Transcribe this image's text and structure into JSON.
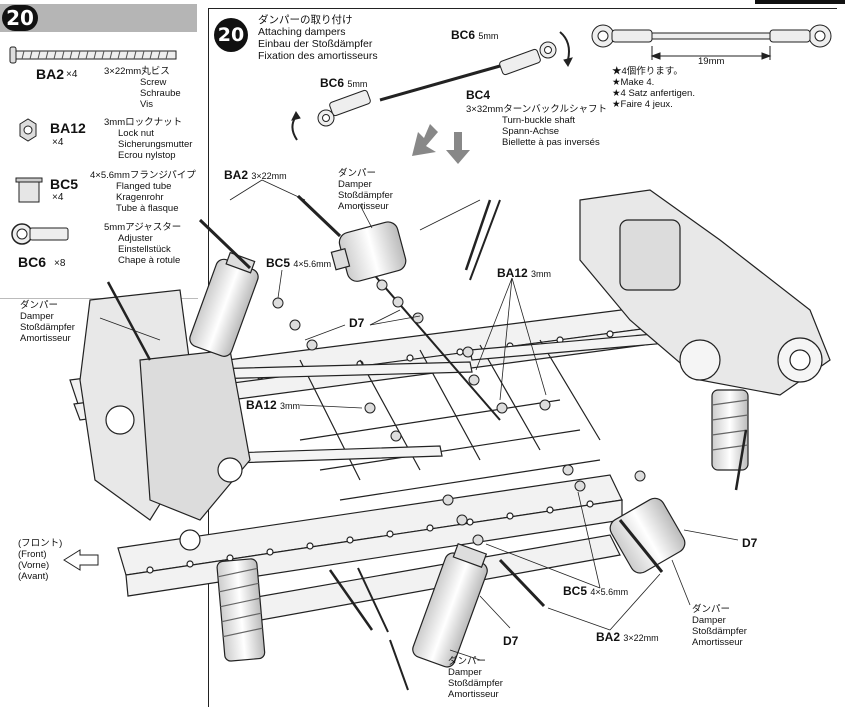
{
  "step_number": "20",
  "parts": [
    {
      "code": "BA2",
      "qty": "×4",
      "desc": [
        "3×22mm丸ビス",
        "Screw",
        "Schraube",
        "Vis"
      ]
    },
    {
      "code": "BA12",
      "qty": "×4",
      "desc": [
        "3mmロックナット",
        "Lock nut",
        "Sicherungsmutter",
        "Ecrou nylstop"
      ]
    },
    {
      "code": "BC5",
      "qty": "×4",
      "desc": [
        "4×5.6mmフランジパイプ",
        "Flanged tube",
        "Kragenrohr",
        "Tube à flasque"
      ]
    },
    {
      "code": "BC6",
      "qty": "×8",
      "desc": [
        "5mmアジャスター",
        "Adjuster",
        "Einstellstück",
        "Chape à rotule"
      ]
    }
  ],
  "title": [
    "ダンパーの取り付け",
    "Attaching dampers",
    "Einbau der Stoßdämpfer",
    "Fixation des amortisseurs"
  ],
  "turnbuckle": {
    "bc6_a": "BC6",
    "bc6_a_size": "5mm",
    "bc6_b": "BC6",
    "bc6_b_size": "5mm",
    "bc4": "BC4",
    "bc4_desc": [
      "3×32mmターンバックルシャフト",
      "Turn-buckle shaft",
      "Spann-Achse",
      "Biellette à pas inversés"
    ]
  },
  "dimension": "19mm",
  "make_note": [
    "★4個作ります。",
    "★Make 4.",
    "★4 Satz anfertigen.",
    "★Faire 4 jeux."
  ],
  "labels": {
    "ba2_top": "BA2",
    "ba2_top_size": "3×22mm",
    "damper_top": [
      "ダンパー",
      "Damper",
      "Stoßdämpfer",
      "Amortisseur"
    ],
    "bc5_top": "BC5",
    "bc5_top_size": "4×5.6mm",
    "ba12_right": "BA12",
    "ba12_right_size": "3mm",
    "damper_left": [
      "ダンパー",
      "Damper",
      "Stoßdämpfer",
      "Amortisseur"
    ],
    "d7_top": "D7",
    "ba12_left": "BA12",
    "ba12_left_size": "3mm",
    "front": [
      "(フロント)",
      "(Front)",
      "(Vorne)",
      "(Avant)"
    ],
    "d7_right": "D7",
    "bc5_bottom": "BC5",
    "bc5_bottom_size": "4×5.6mm",
    "d7_bottom": "D7",
    "ba2_bottom": "BA2",
    "ba2_bottom_size": "3×22mm",
    "damper_right": [
      "ダンパー",
      "Damper",
      "Stoßdämpfer",
      "Amortisseur"
    ],
    "damper_bottom": [
      "ダンパー",
      "Damper",
      "Stoßdämpfer",
      "Amortisseur"
    ]
  }
}
